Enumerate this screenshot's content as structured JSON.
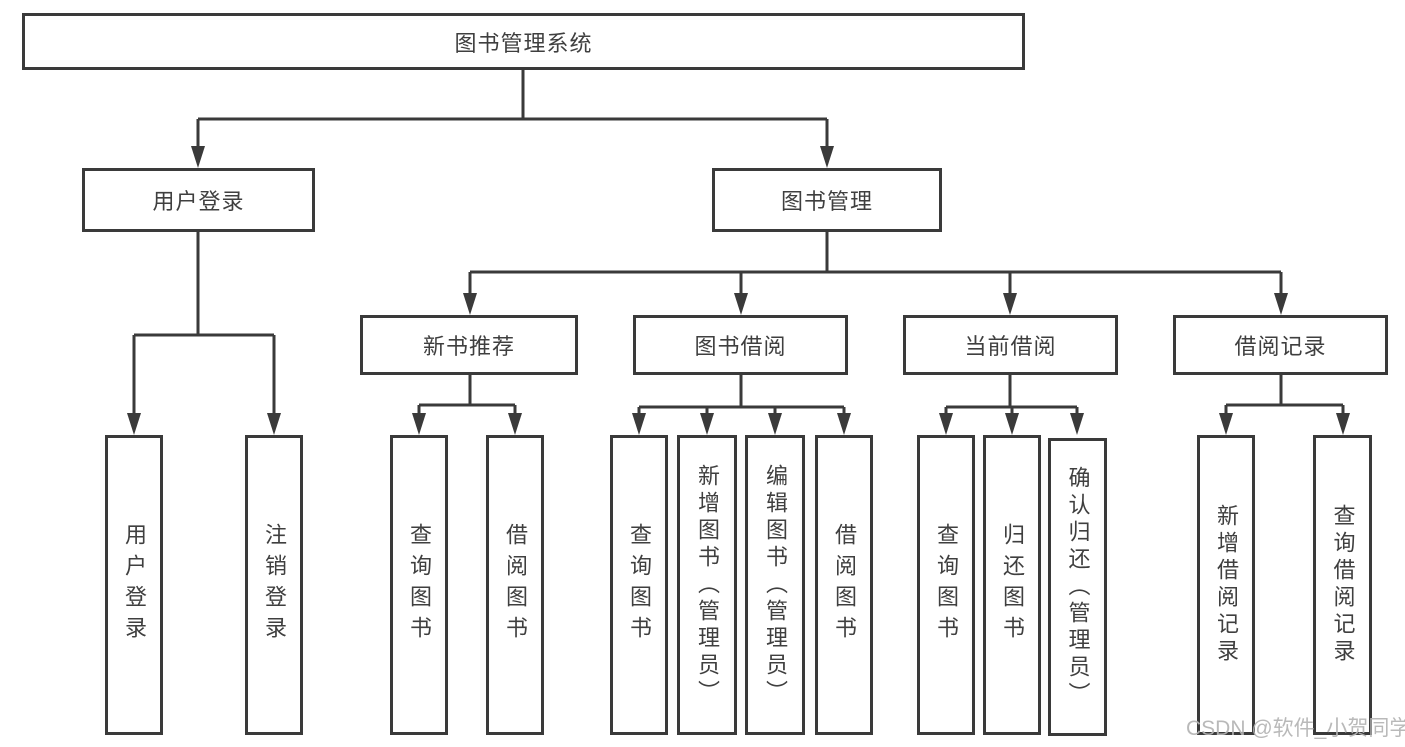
{
  "diagram": {
    "title": "图书管理系统",
    "level2": {
      "user_login": "用户登录",
      "book_mgmt": "图书管理"
    },
    "level3": [
      {
        "label": "新书推荐"
      },
      {
        "label": "图书借阅"
      },
      {
        "label": "当前借阅"
      },
      {
        "label": "借阅记录"
      }
    ],
    "leaves": [
      {
        "label": "用户登录",
        "parent": "用户登录"
      },
      {
        "label": "注销登录",
        "parent": "用户登录"
      },
      {
        "label": "查询图书",
        "parent": "新书推荐"
      },
      {
        "label": "借阅图书",
        "parent": "新书推荐"
      },
      {
        "label": "查询图书",
        "parent": "图书借阅"
      },
      {
        "label": "新增图书（管理员）",
        "parent": "图书借阅"
      },
      {
        "label": "编辑图书（管理员）",
        "parent": "图书借阅"
      },
      {
        "label": "借阅图书",
        "parent": "图书借阅"
      },
      {
        "label": "查询图书",
        "parent": "当前借阅"
      },
      {
        "label": "归还图书",
        "parent": "当前借阅"
      },
      {
        "label": "确认归还（管理员）",
        "parent": "当前借阅"
      },
      {
        "label": "新增借阅记录",
        "parent": "借阅记录"
      },
      {
        "label": "查询借阅记录",
        "parent": "借阅记录"
      }
    ]
  },
  "watermark": "CSDN @软件_小贺同学",
  "colors": {
    "line": "#3a3a3a",
    "box_border": "#3a3a3a",
    "text": "#3f3f3f",
    "watermark": "#b4b4b4",
    "background": "#ffffff"
  }
}
